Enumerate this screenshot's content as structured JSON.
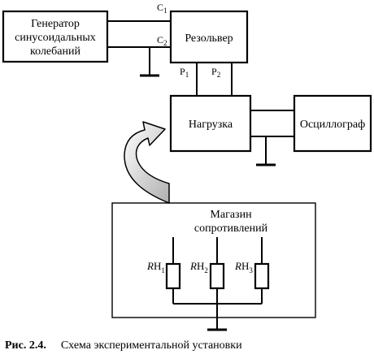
{
  "blocks": {
    "generator": [
      "Генератор",
      "синусоидальных",
      "колебаний"
    ],
    "resolver": "Резольвер",
    "load": "Нагрузка",
    "oscilloscope": "Осциллограф",
    "store": [
      "Магазин",
      "сопротивлений"
    ]
  },
  "terminals": {
    "c1": {
      "base": "C",
      "sub": "1"
    },
    "c2": {
      "base": "C",
      "sub": "2"
    },
    "p1": {
      "base": "P",
      "sub": "1"
    },
    "p2": {
      "base": "P",
      "sub": "2"
    }
  },
  "resistors": [
    {
      "base": "R",
      "mid": "H",
      "sub": "1"
    },
    {
      "base": "R",
      "mid": "H",
      "sub": "2"
    },
    {
      "base": "R",
      "mid": "H",
      "sub": "3"
    }
  ],
  "caption": {
    "label": "Рис. 2.4.",
    "title": "Схема экспериментальной установки"
  }
}
